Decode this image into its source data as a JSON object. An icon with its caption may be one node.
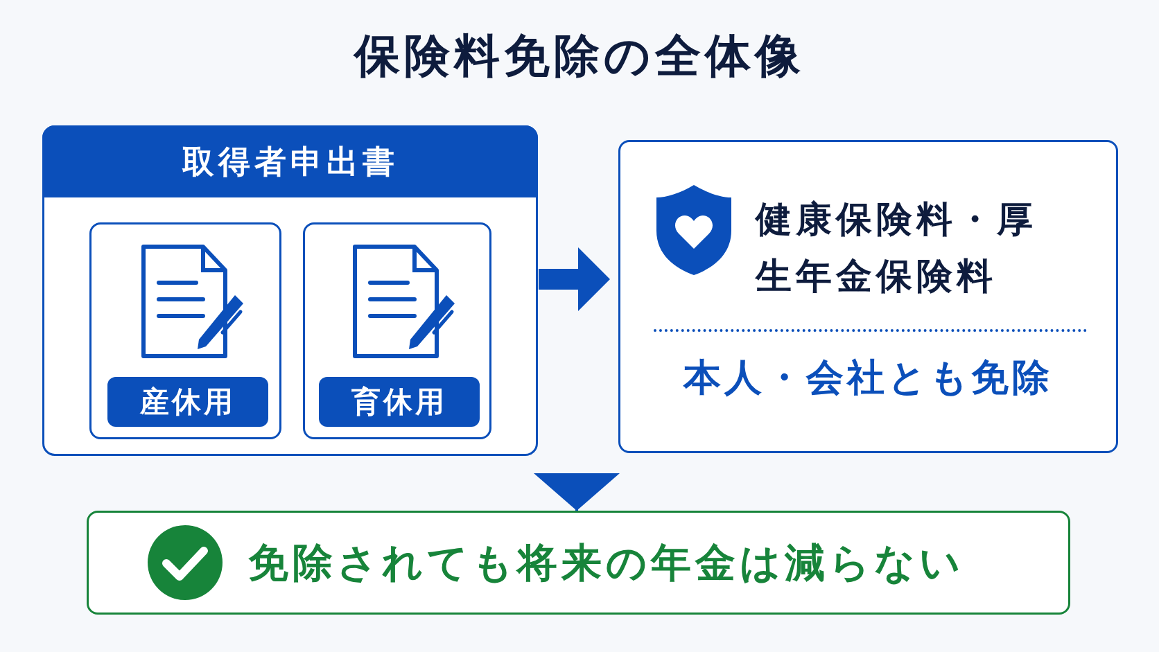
{
  "diagram": {
    "title": "保険料免除の全体像",
    "nodes": [
      {
        "text": [
          "取得者申出書"
        ]
      },
      {
        "text": [
          "産休用"
        ],
        "in": 0
      },
      {
        "text": [
          "育休用"
        ],
        "in": 0
      },
      {
        "text": [
          "健康保険料・厚生年金保険料",
          "本人・会社とも免除"
        ]
      },
      {
        "text": [
          "免除されても将来の年金は減らない"
        ]
      }
    ],
    "edges": [
      {
        "from": 0,
        "to": 3,
        "arrow": "to",
        "style": "thick"
      },
      {
        "from": null,
        "to": 4,
        "arrow": "to"
      }
    ]
  }
}
